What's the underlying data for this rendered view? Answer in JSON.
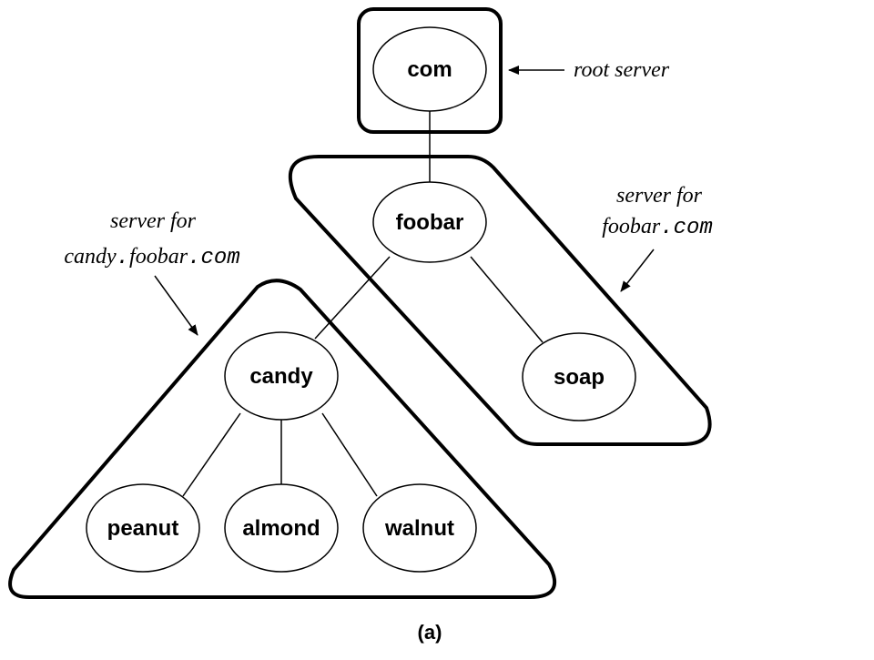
{
  "nodes": {
    "com": "com",
    "foobar": "foobar",
    "candy": "candy",
    "soap": "soap",
    "peanut": "peanut",
    "almond": "almond",
    "walnut": "walnut"
  },
  "annotations": {
    "root_server": "root server",
    "server_for": "server for",
    "foobar_domain_a": "foobar",
    "foobar_domain_b": ".com",
    "candy_domain_a": "candy",
    "candy_domain_b": ".",
    "candy_domain_c": "foobar",
    "candy_domain_d": ".com"
  },
  "caption": "(a)"
}
